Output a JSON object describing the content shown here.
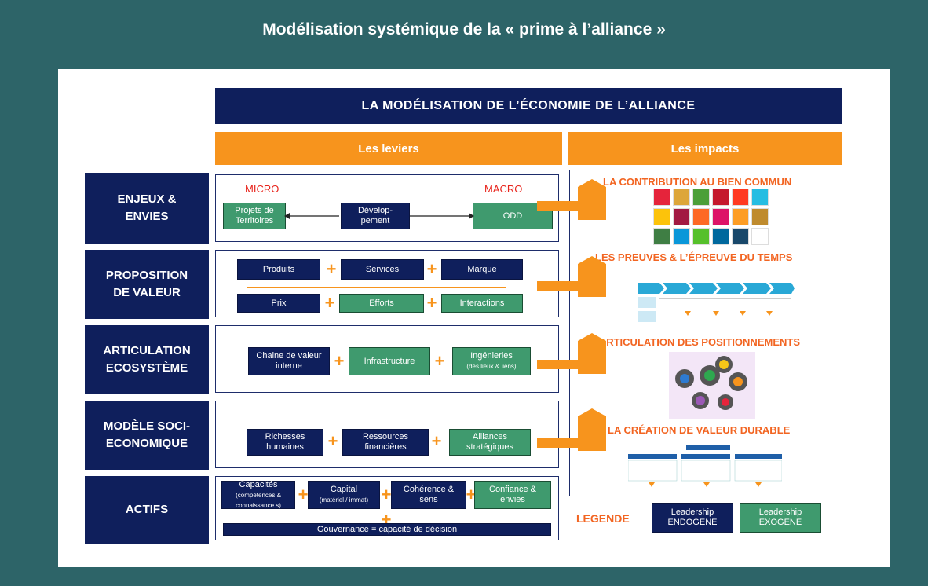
{
  "page_title": "Modélisation systémique de la « prime à l’alliance »",
  "banner": "LA MODÉLISATION DE L’ÉCONOMIE DE L’ALLIANCE",
  "columns": {
    "levers": "Les leviers",
    "impacts": "Les impacts"
  },
  "rows": [
    {
      "label_l1": "ENJEUX &",
      "label_l2": "ENVIES"
    },
    {
      "label_l1": "PROPOSITION",
      "label_l2": "DE VALEUR"
    },
    {
      "label_l1": "ARTICULATION",
      "label_l2": "ECOSYSTÈME"
    },
    {
      "label_l1": "MODÈLE SOCI-",
      "label_l2": "ECONOMIQUE"
    },
    {
      "label_l1": "ACTIFS",
      "label_l2": ""
    }
  ],
  "enjeux": {
    "micro": "MICRO",
    "macro": "MACRO",
    "projets": "Projets de Territoires",
    "developpement": "Dévelop-pement",
    "odd": "ODD"
  },
  "proposition": {
    "produits": "Produits",
    "services": "Services",
    "marque": "Marque",
    "prix": "Prix",
    "efforts": "Efforts",
    "interactions": "Interactions"
  },
  "articulation": {
    "chaine": "Chaine de valeur interne",
    "infra": "Infrastructure",
    "ingenieries": "Ingénieries",
    "ingenieries_sub": "(des lieux & liens)"
  },
  "modele": {
    "richesses": "Richesses humaines",
    "ressources": "Ressources financières",
    "alliances": "Alliances stratégiques"
  },
  "actifs": {
    "capacites": "Capacités",
    "capacites_sub": "(compétences & connaissance s)",
    "capital": "Capital",
    "capital_sub": "(matériel / immat)",
    "coherence": "Cohérence & sens",
    "confiance": "Confiance & envies",
    "gouvernance": "Gouvernance = capacité de décision"
  },
  "impacts": {
    "h1": "LA CONTRIBUTION AU BIEN COMMUN",
    "h2": "LES PREUVES & L’ÉPREUVE DU TEMPS",
    "h3": "L’ARTICULATION DES POSITIONNEMENTS",
    "h4": "LA CRÉATION DE VALEUR DURABLE"
  },
  "legend": {
    "title": "LEGENDE",
    "endo_l1": "Leadership",
    "endo_l2": "ENDOGENE",
    "exo_l1": "Leadership",
    "exo_l2": "EXOGENE"
  },
  "plus_sign": "+",
  "colors": {
    "background": "#2d6468",
    "navy": "#0f1f5c",
    "green": "#3f9a6e",
    "orange": "#f7941d",
    "impact_heading": "#f26522",
    "micro_macro": "#e8251d"
  },
  "sdg_tile_colors": [
    "#e5243b",
    "#dda63a",
    "#4c9f38",
    "#c5192d",
    "#ff3a21",
    "#26bde2",
    "#fcc30b",
    "#a21942",
    "#fd6925",
    "#dd1367",
    "#fd9d24",
    "#bf8b2e",
    "#3f7e44",
    "#0a97d9",
    "#56c02b",
    "#00689d",
    "#19486a",
    "#ffffff"
  ]
}
